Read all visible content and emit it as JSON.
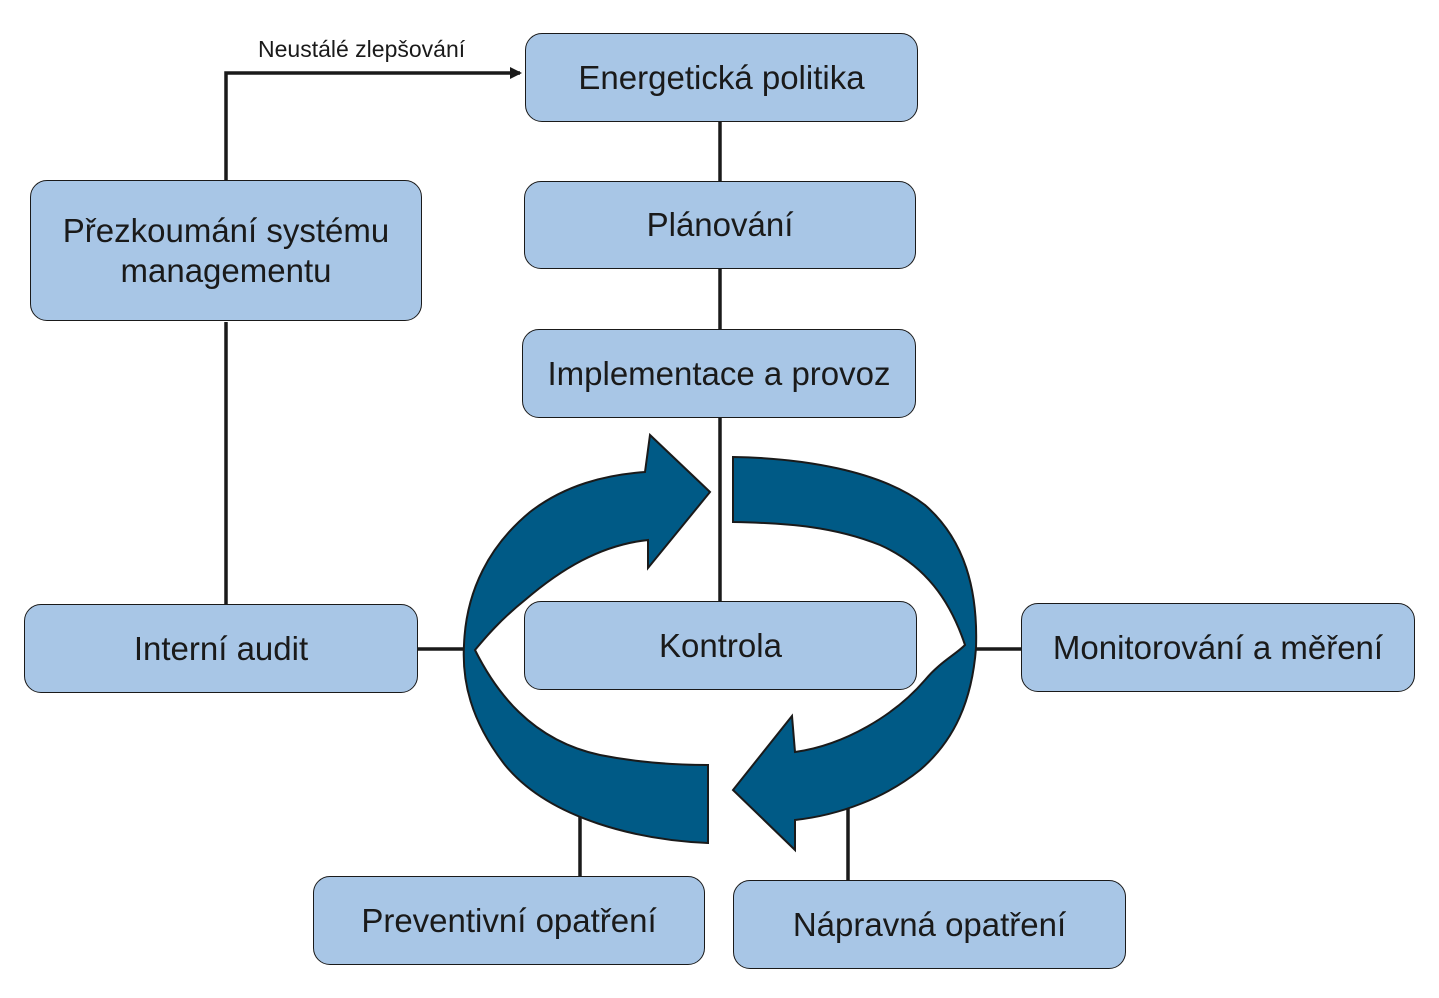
{
  "diagram": {
    "edge_label": "Neustálé zlepšování",
    "nodes": {
      "energy_policy": "Energetická politika",
      "planning": "Plánování",
      "implementation": "Implementace a provoz",
      "review_line1": "Přezkoumání systému",
      "review_line2": "managementu",
      "internal_audit": "Interní audit",
      "checking": "Kontrola",
      "monitoring": "Monitorování a měření",
      "preventive": "Preventivní opatření",
      "corrective": "Nápravná opatření"
    },
    "colors": {
      "node_fill": "#a8c6e6",
      "node_border": "#1a1a1a",
      "cycle_arrow": "#005a86",
      "connector": "#1a1a1a"
    },
    "icons": {
      "cycle": "circular-arrows-icon"
    }
  }
}
